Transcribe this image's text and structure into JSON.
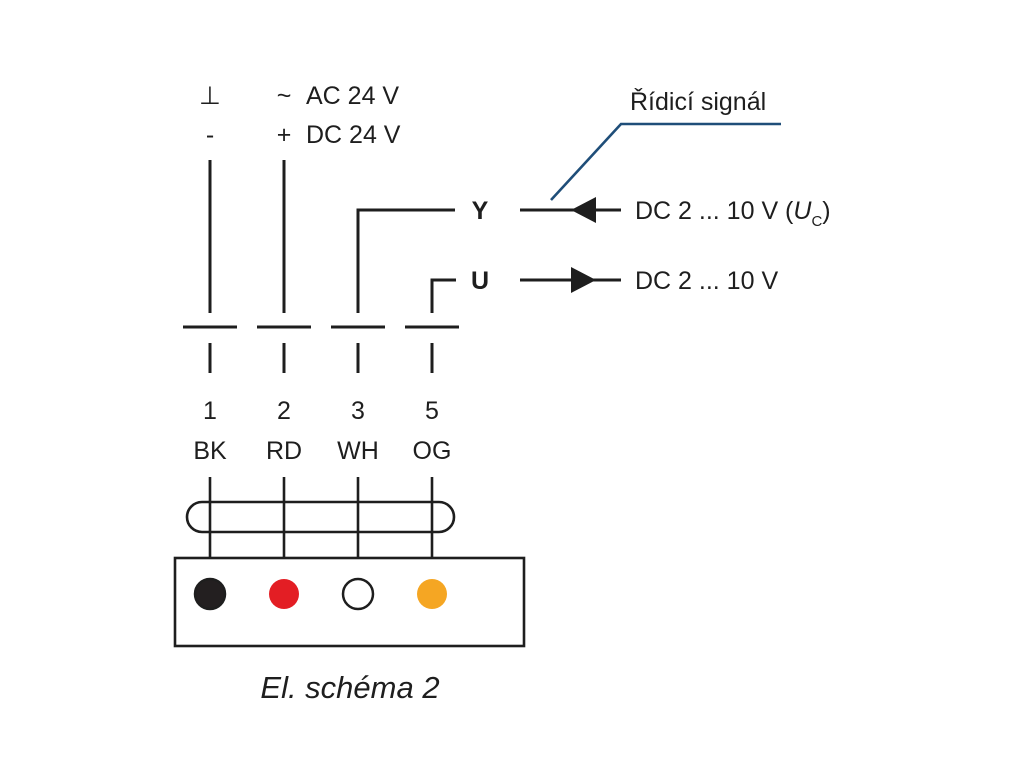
{
  "supply": {
    "ground_symbol": "⊥",
    "minus_symbol": "-",
    "tilde_symbol": "~",
    "plus_symbol": "+",
    "ac_label": "AC 24 V",
    "dc_label": "DC 24 V"
  },
  "signals": {
    "control_signal_title": "Řídicí signál",
    "y_label": "Y",
    "u_label": "U",
    "y_value_prefix": "DC 2 ... 10 V (",
    "y_value_var": "U",
    "y_value_sub": "C",
    "y_value_suffix": ")",
    "u_value": "DC 2 ... 10 V"
  },
  "terminals": [
    {
      "number": "1",
      "code": "BK",
      "color": "#231f20"
    },
    {
      "number": "2",
      "code": "RD",
      "color": "#e31e24"
    },
    {
      "number": "3",
      "code": "WH",
      "color": "#ffffff"
    },
    {
      "number": "5",
      "code": "OG",
      "color": "#f5a623"
    }
  ],
  "caption": "El. schéma 2",
  "colors": {
    "line": "#1e1e1e",
    "leader": "#1f4e79"
  }
}
